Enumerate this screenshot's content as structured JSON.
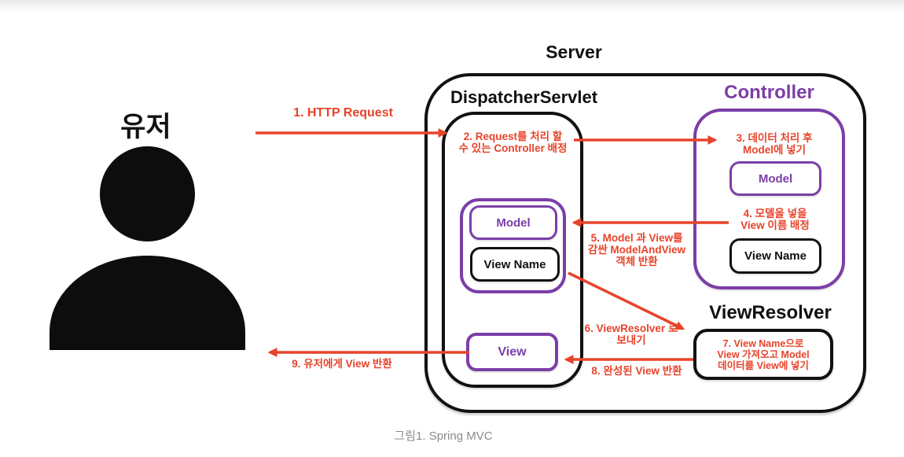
{
  "page": {
    "server_title": "Server",
    "caption": "그림1. Spring MVC"
  },
  "colors": {
    "accent_red": "#E8432A",
    "accent_purple": "#7B3EA8",
    "outline_black": "#111111",
    "caption_gray": "#8A8A8A"
  },
  "actor": {
    "label": "유저"
  },
  "containers": {
    "dispatcher_servlet": "DispatcherServlet",
    "controller": "Controller",
    "view_resolver": "ViewResolver"
  },
  "boxes": {
    "dispatcher_model": "Model",
    "dispatcher_view_name": "View Name",
    "dispatcher_view": "View",
    "controller_model": "Model",
    "controller_view_name": "View Name"
  },
  "steps": [
    {
      "label": "1. HTTP Request"
    },
    {
      "label": "2. Request를 처리 할\n수 있는 Controller 배정"
    },
    {
      "label": "3. 데이터 처리 후\nModel에 넣기"
    },
    {
      "label": "4. 모델을 넣을\nView 이름 배정"
    },
    {
      "label": "5. Model 과 View를\n감싼 ModelAndView\n객체 반환"
    },
    {
      "label": "6. ViewResolver 로\n보내기"
    },
    {
      "label": "7. View Name으로\nView 가져오고 Model\n데이터를 View에 넣기"
    },
    {
      "label": "8. 완성된 View 반환"
    },
    {
      "label": "9. 유저에게 View 반환"
    }
  ]
}
